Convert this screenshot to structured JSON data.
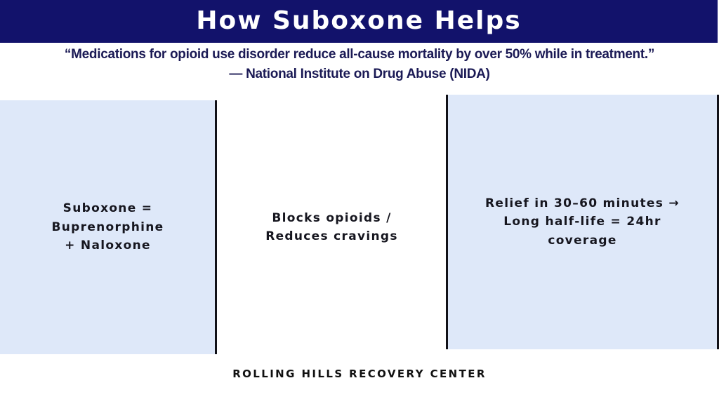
{
  "header": {
    "title": "How Suboxone Helps",
    "background_color": "#12126b"
  },
  "quote": {
    "text": "“Medications for opioid use disorder reduce all-cause mortality by over 50% while in treatment.”",
    "attribution": "— National Institute on Drug Abuse (NIDA)",
    "color": "#1b1a55"
  },
  "panels": [
    {
      "text": "Suboxone =\nBuprenorphine\n+ Naloxone",
      "background_color": "#dee8f9"
    },
    {
      "text": "Blocks opioids /\nReduces cravings",
      "background_color": "#ffffff"
    },
    {
      "text": "Relief in 30–60 minutes →\nLong half-life = 24hr\ncoverage",
      "background_color": "#dee8f9"
    }
  ],
  "footer": {
    "brand": "ROLLING HILLS RECOVERY CENTER"
  }
}
